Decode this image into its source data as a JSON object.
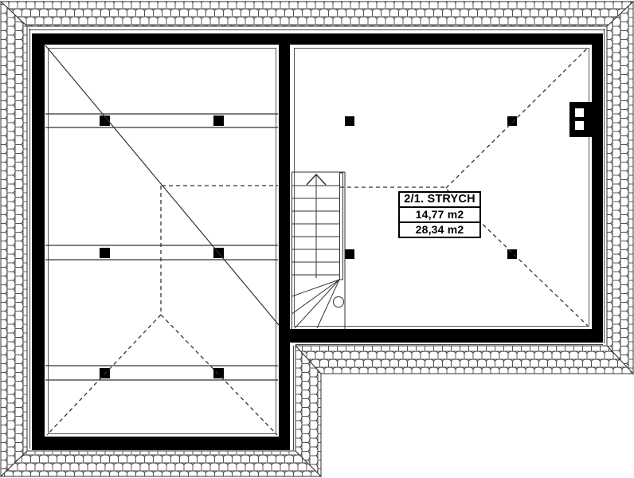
{
  "room_label": {
    "title": "2/1. STRYCH",
    "area_usable": "14,77 m2",
    "area_total": "28,34 m2"
  },
  "colors": {
    "background": "#ffffff",
    "wall": "#000000",
    "line": "#2e2e2e",
    "tile_stroke": "#4a4a4a"
  }
}
